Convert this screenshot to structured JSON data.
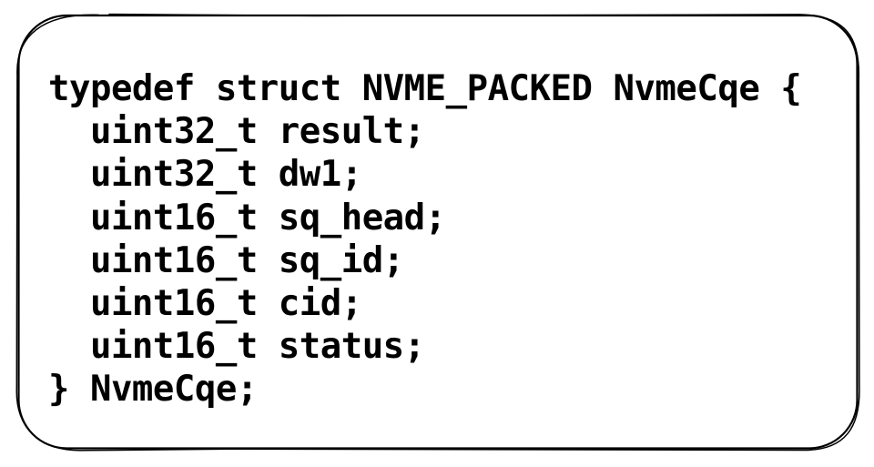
{
  "canvas": {
    "background_color": "#ffffff",
    "border_color": "#000000",
    "text_color": "#000000"
  },
  "code_block": {
    "language": "c",
    "lines": [
      "typedef struct NVME_PACKED NvmeCqe {",
      "  uint32_t result;",
      "  uint32_t dw1;",
      "  uint16_t sq_head;",
      "  uint16_t sq_id;",
      "  uint16_t cid;",
      "  uint16_t status;",
      "} NvmeCqe;"
    ]
  }
}
